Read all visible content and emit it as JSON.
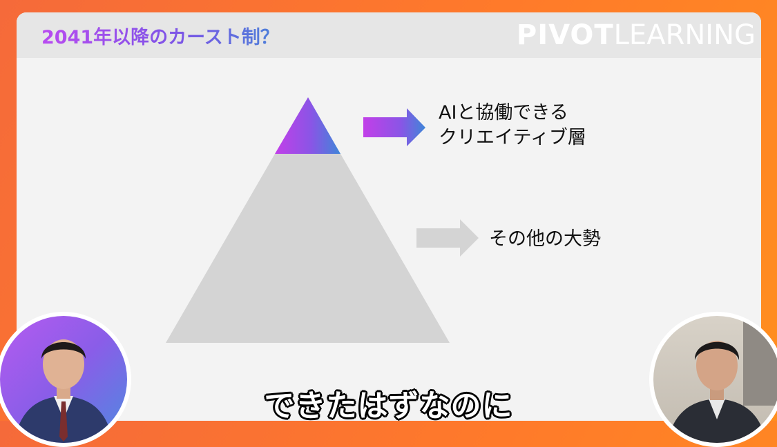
{
  "slide": {
    "title": "2041年以降のカースト制？",
    "logo_bold": "PIVOT",
    "logo_light": "LEARNING"
  },
  "pyramid": {
    "top_label_line1": "AIと協働できる",
    "top_label_line2": "クリエイティブ層",
    "bottom_label": "その他の大勢"
  },
  "video": {
    "subtitle": "できたはずなのに"
  },
  "colors": {
    "accent_purple": "#b94bf0",
    "accent_blue": "#4a82d8",
    "frame_orange": "#ff7a2a",
    "pyramid_gray": "#d4d4d4"
  }
}
